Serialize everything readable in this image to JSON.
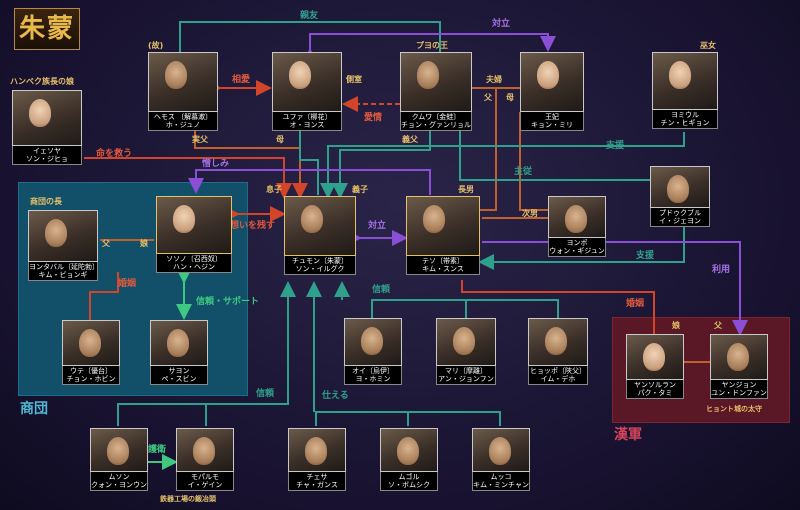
{
  "title": "朱蒙",
  "colors": {
    "teal": "#2fa08c",
    "purple": "#8a4fd6",
    "red": "#d2452a",
    "orange": "#c0602b",
    "green": "#3fc880",
    "gold": "#e5c06a"
  },
  "people": {
    "hemosu": {
      "top": "(故)",
      "l1": "ヘモス 〔解慕漱〕",
      "l2": "ホ・ジュノ"
    },
    "yuhwa": {
      "l1": "ユファ〔柳花〕",
      "l2": "オ・ヨンス"
    },
    "geumwa": {
      "l1": "クムワ〔金蛙〕",
      "l2": "チョン・グァンリョル"
    },
    "wanghu": {
      "l1": "王妃",
      "l2": "キョン・ミリ"
    },
    "yomiul": {
      "top": "巫女",
      "l1": "ヨミウル",
      "l2": "チン・ヒギョン"
    },
    "yesoya": {
      "top": "ハンベク族長の娘",
      "l1": "イェソヤ",
      "l2": "ソン・ジヒョ"
    },
    "buddeukbul": {
      "l1": "プドゥクブル",
      "l2": "イ・ジェヨン"
    },
    "yeontabal": {
      "top": "商団の長",
      "l1": "ヨンタバル〔延陀勃〕",
      "l2": "キム・ビョンギ"
    },
    "soseono": {
      "l1": "ソソノ〔召西奴〕",
      "l2": "ハン・ヘジン"
    },
    "jumong": {
      "l1": "チュモン〔朱蒙〕",
      "l2": "ソン・イルグク"
    },
    "daeso": {
      "l1": "テソ〔帯素〕",
      "l2": "キム・スンス"
    },
    "yeongpo": {
      "l1": "ヨンポ",
      "l2": "ウォン・ギジュン"
    },
    "uthae": {
      "l1": "ウテ〔優台〕",
      "l2": "チョン・ホビン"
    },
    "sayong": {
      "l1": "サヨン",
      "l2": "ペ・スビン"
    },
    "oi": {
      "l1": "オイ〔烏伊〕",
      "l2": "ヨ・ホミン"
    },
    "mari": {
      "l1": "マリ〔摩離〕",
      "l2": "アン・ジョンフン"
    },
    "hyeopbo": {
      "l1": "ヒョッポ〔陜父〕",
      "l2": "イム・デホ"
    },
    "yangsoryang": {
      "l1": "ヤンソルラン",
      "l2": "パク・タミ"
    },
    "yangjeong": {
      "l1": "ヤンジョン",
      "l2": "ユン・ドンファン"
    },
    "musong": {
      "l1": "ムソン",
      "l2": "クォン・ヨンウン"
    },
    "moparo": {
      "l1": "モパルモ",
      "l2": "イ・ゲイン"
    },
    "chaegeo": {
      "l1": "チェサ",
      "l2": "チャ・ガンス"
    },
    "mugol": {
      "l1": "ムゴル",
      "l2": "ソ・ボムシク"
    },
    "mukgeo": {
      "l1": "ムッコ",
      "l2": "キム・ミンチャン"
    }
  },
  "labels": {
    "shinyu": "親友",
    "tairitsu_top": "対立",
    "puyo_king": "プヨの王",
    "souai": "相愛",
    "sokushitsu": "側室",
    "aijo": "愛情",
    "fuufu": "夫婦",
    "chichi": "父",
    "haha": "母",
    "haha2": "母",
    "jippu": "実父",
    "giboku": "義父",
    "inochi": "命を救う",
    "shien1": "支援",
    "shuju": "主従",
    "nikushimi": "憎しみ",
    "musuko": "息子",
    "gishi": "義子",
    "chounan": "長男",
    "jinan": "次男",
    "omoi": "想いを残す",
    "tairitsu_mid": "対立",
    "musume": "娘",
    "chichi2": "父",
    "shinrai_support": "信頼・サポート",
    "shinrai1": "信頼",
    "shien2": "支援",
    "riyou": "利用",
    "konin1": "婚姻",
    "konin2": "婚姻",
    "musume2": "娘",
    "chichi3": "父",
    "goei": "護衛",
    "shinrai2": "信頼",
    "tsukaeru": "仕える",
    "shoudan": "商団",
    "kangun": "漢軍",
    "hyonto": "ヒョント城の太守",
    "tekki": "鉄器工場の鍛冶頭"
  }
}
